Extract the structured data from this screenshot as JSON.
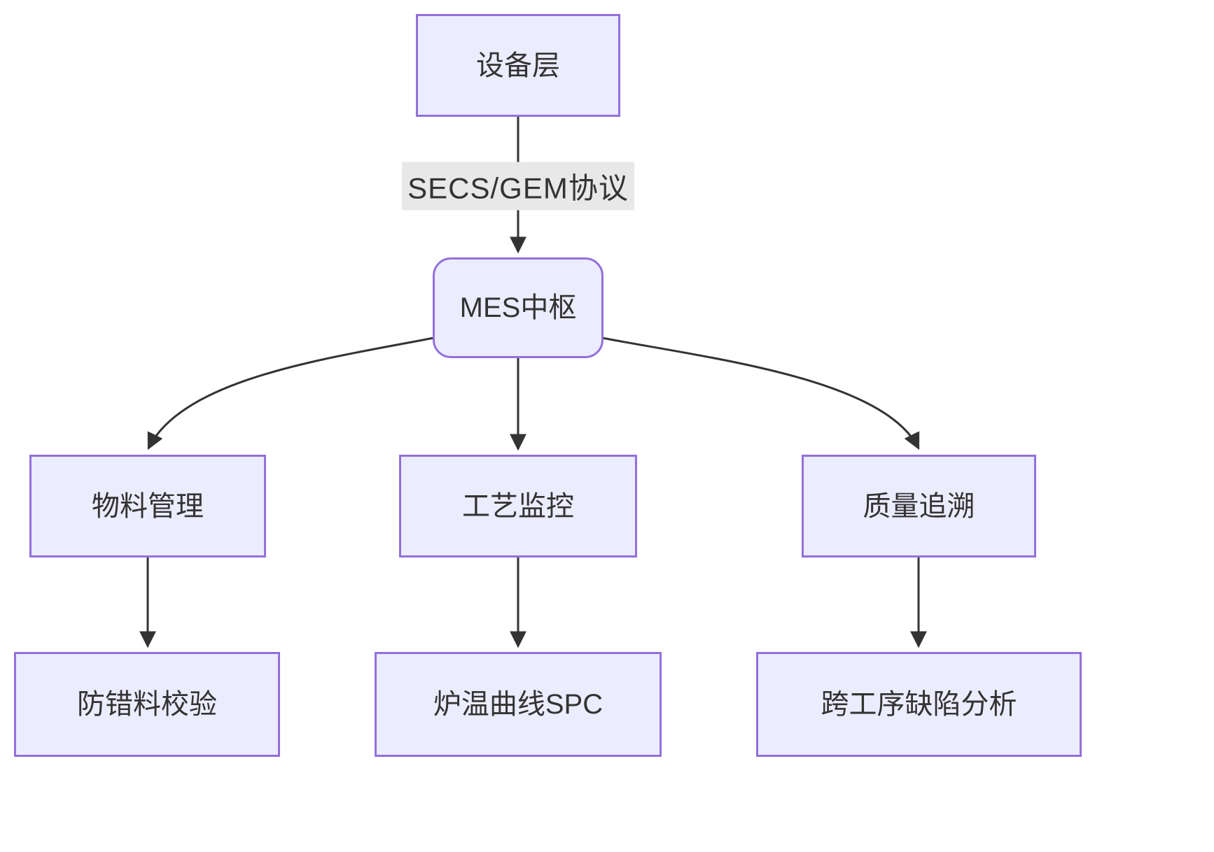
{
  "diagram": {
    "type": "flowchart-top-down",
    "nodes": {
      "equipment_layer": {
        "label": "设备层"
      },
      "mes_hub": {
        "label": "MES中枢"
      },
      "material_mgmt": {
        "label": "物料管理"
      },
      "process_monitor": {
        "label": "工艺监控"
      },
      "quality_trace": {
        "label": "质量追溯"
      },
      "error_proof": {
        "label": "防错料校验"
      },
      "furnace_spc": {
        "label": "炉温曲线SPC"
      },
      "defect_analysis": {
        "label": "跨工序缺陷分析"
      }
    },
    "edges": {
      "secs_gem": {
        "label": "SECS/GEM协议",
        "from": "equipment_layer",
        "to": "mes_hub"
      },
      "mes_to_material": {
        "from": "mes_hub",
        "to": "material_mgmt"
      },
      "mes_to_process": {
        "from": "mes_hub",
        "to": "process_monitor"
      },
      "mes_to_quality": {
        "from": "mes_hub",
        "to": "quality_trace"
      },
      "material_to_errorproof": {
        "from": "material_mgmt",
        "to": "error_proof"
      },
      "process_to_furnace": {
        "from": "process_monitor",
        "to": "furnace_spc"
      },
      "quality_to_defect": {
        "from": "quality_trace",
        "to": "defect_analysis"
      }
    },
    "colors": {
      "node_fill": "#ECECFF",
      "node_border": "#9370DB",
      "edge_stroke": "#333333",
      "edge_label_bg": "#e8e8e8",
      "text": "#333333",
      "background": "#ffffff"
    }
  }
}
